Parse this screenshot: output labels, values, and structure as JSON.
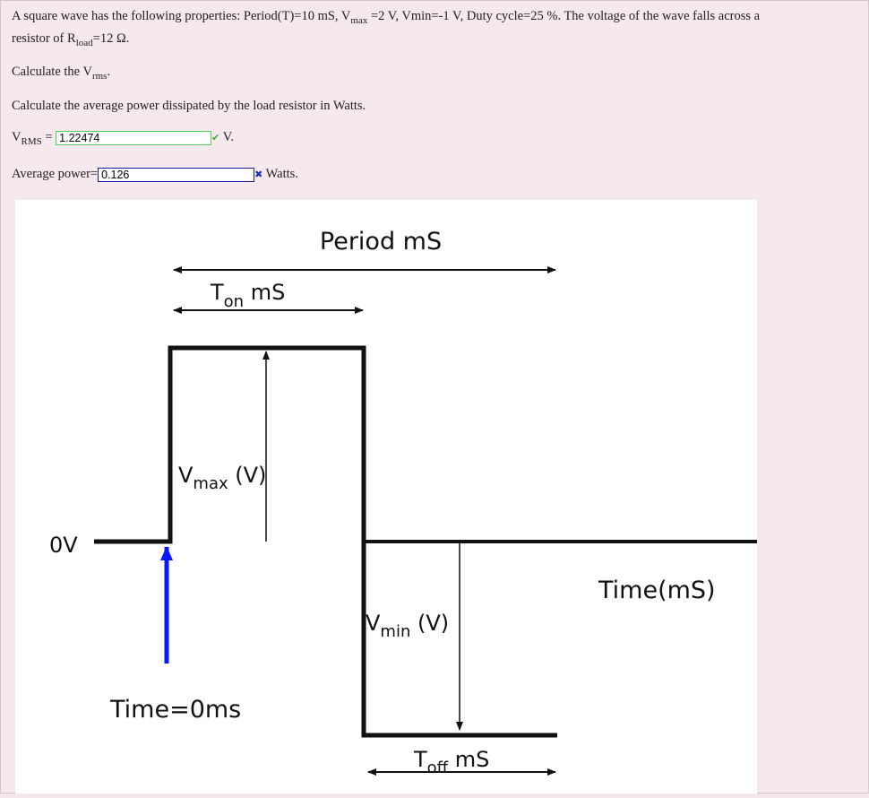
{
  "problem": {
    "line1_a": "A square wave has the following properties: Period(T)=10 mS, V",
    "line1_sub": "max",
    "line1_b": " =2 V, Vmin=-1 V, Duty cycle=25 %.  The voltage of the wave falls across a",
    "line2_a": "resistor of R",
    "line2_sub": "load",
    "line2_b": "=12 Ω."
  },
  "q1": {
    "a": "Calculate the V",
    "sub": "rms",
    "b": "."
  },
  "q2": "Calculate the average power dissipated by the load resistor in Watts.",
  "answer1": {
    "label": "V",
    "sub": "RMS",
    "eq": " = ",
    "value": "1.22474",
    "status_icon": "check-icon",
    "unit": " V."
  },
  "answer2": {
    "label": "Average power=",
    "value": "0.126",
    "status_icon": "cross-icon",
    "unit": " Watts."
  },
  "diagram": {
    "period": "Period mS",
    "ton": "T",
    "ton_sub": "on",
    "ton_unit": " mS",
    "vmax": "V",
    "vmax_sub": "max",
    "vmax_unit": " (V)",
    "zero": "0V",
    "time_axis": "Time(mS)",
    "vmin": "V",
    "vmin_sub": "min",
    "vmin_unit": " (V)",
    "time0": "Time=0ms",
    "toff": "T",
    "toff_sub": "off",
    "toff_unit": " mS",
    "colors": {
      "wave": "#111111",
      "marker": "#0a1aff"
    }
  }
}
